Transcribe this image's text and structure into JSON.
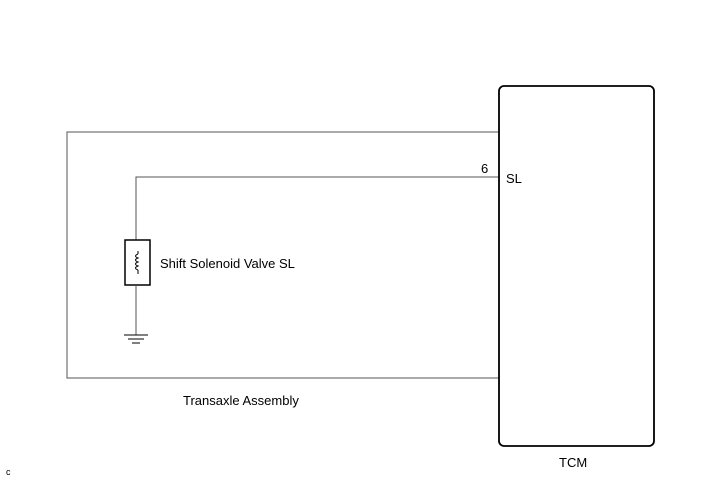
{
  "diagram": {
    "pin_number": "6",
    "pin_name": "SL",
    "component_label": "Shift Solenoid Valve SL",
    "assembly_label": "Transaxle Assembly",
    "ecu_label": "TCM",
    "corner_code": "C"
  },
  "colors": {
    "line": "#000000",
    "box_line": "#555555",
    "background": "#ffffff"
  }
}
